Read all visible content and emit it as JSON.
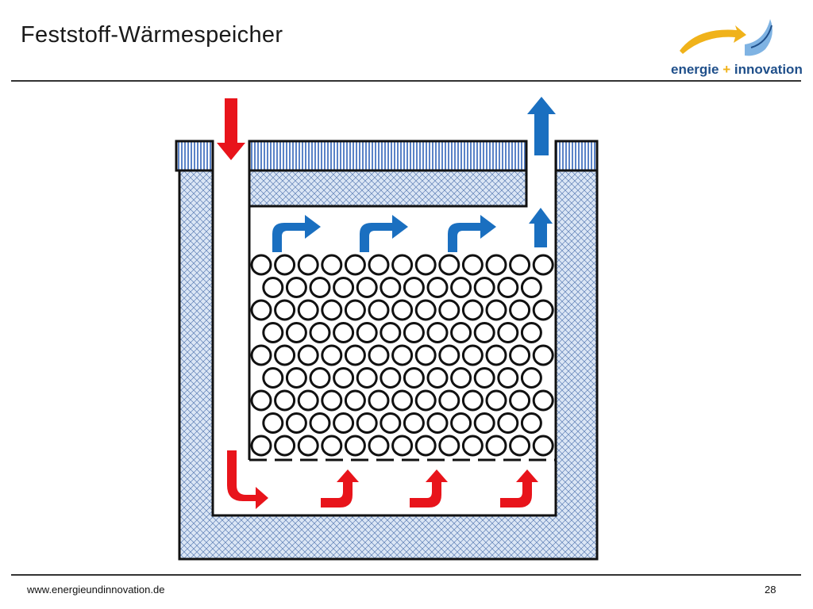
{
  "header": {
    "title": "Feststoff-Wärmespeicher"
  },
  "logo": {
    "word1": "energie",
    "plus": "+",
    "word2": "innovation"
  },
  "footer": {
    "url": "www.energieundinnovation.de",
    "page_number": "28"
  },
  "colors": {
    "hot_air": "#e8141b",
    "cold_air": "#1a6fc0",
    "insulation": "#9fb8dc",
    "lid": "#5b83c7",
    "logo_blue": "#1f4f8a",
    "logo_gold": "#f0b21a"
  },
  "icons": {
    "inflow": "red-arrow-down-icon",
    "outflow": "blue-arrow-up-icon",
    "storage_medium": "circle-pebble-icon"
  }
}
